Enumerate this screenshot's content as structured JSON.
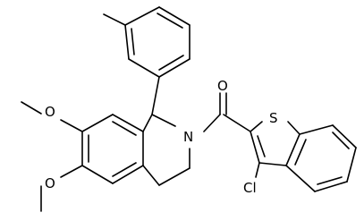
{
  "labels": {
    "methoxy_o_upper": "O",
    "methoxy_o_lower": "O",
    "amide_o": "O",
    "ring_n": "N",
    "thiophene_s": "S",
    "chloro": "Cl"
  },
  "colors": {
    "bond": "#000000",
    "background": "#ffffff"
  }
}
